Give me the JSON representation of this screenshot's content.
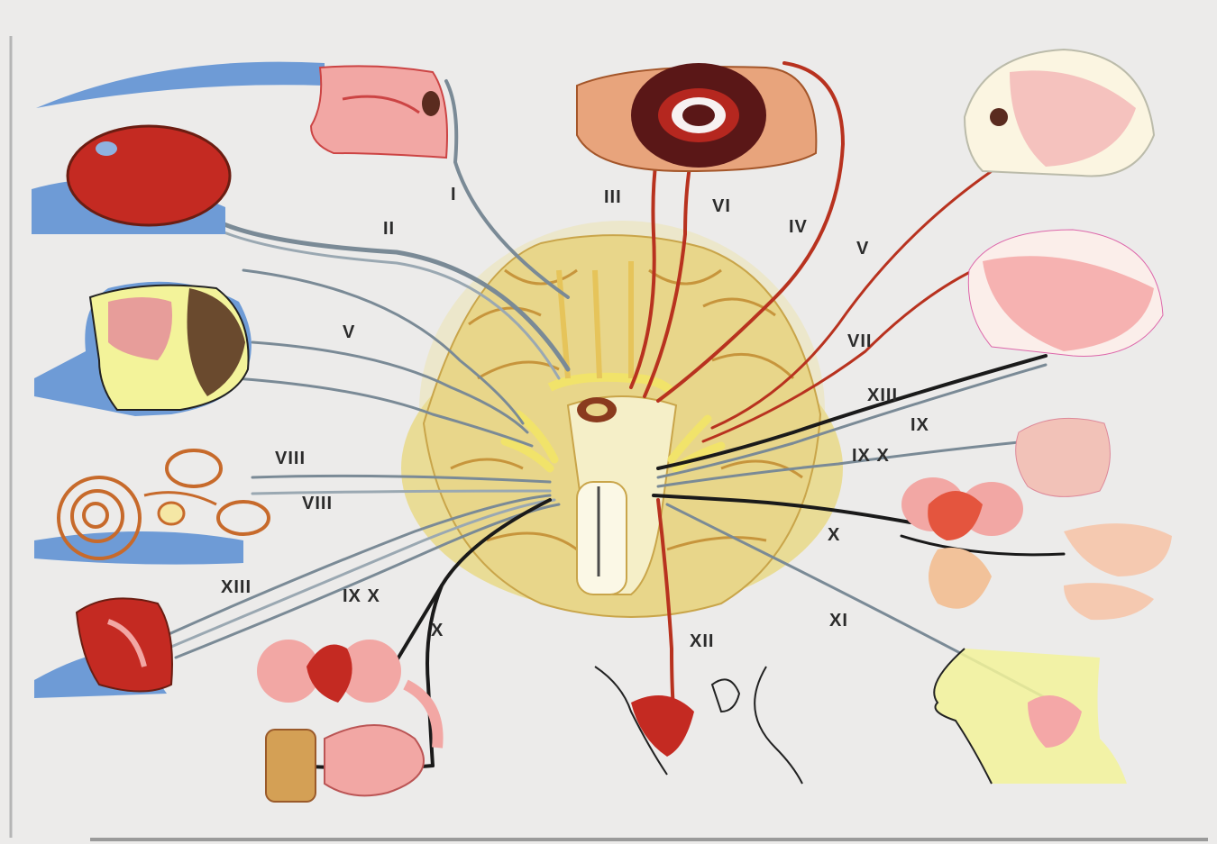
{
  "diagram": {
    "nerve_labels": {
      "n1": "I",
      "n2": "II",
      "n3": "III",
      "n4": "IV",
      "n5_left": "V",
      "n5_right": "V",
      "n6": "VI",
      "n7": "VII",
      "n8_a": "VIII",
      "n8_b": "VIII",
      "n9": "IX",
      "n9x_left": "IX X",
      "n9x_right": "IX X",
      "n10_left": "X",
      "n10_right": "X",
      "n11": "XI",
      "n12": "XII",
      "n13_left": "XIII",
      "n13_right": "XIII"
    },
    "colors": {
      "background": "#ecebea",
      "brainstem": "#e8d690",
      "sensory_nerve": "#7a8a96",
      "motor_nerve": "#b8321f",
      "mixed_nerve": "#1a1a1a",
      "organ_red": "#c42a22",
      "organ_pink": "#f2a7a4",
      "organ_blue": "#6e9bd6",
      "organ_yellow": "#f3f39a"
    }
  }
}
